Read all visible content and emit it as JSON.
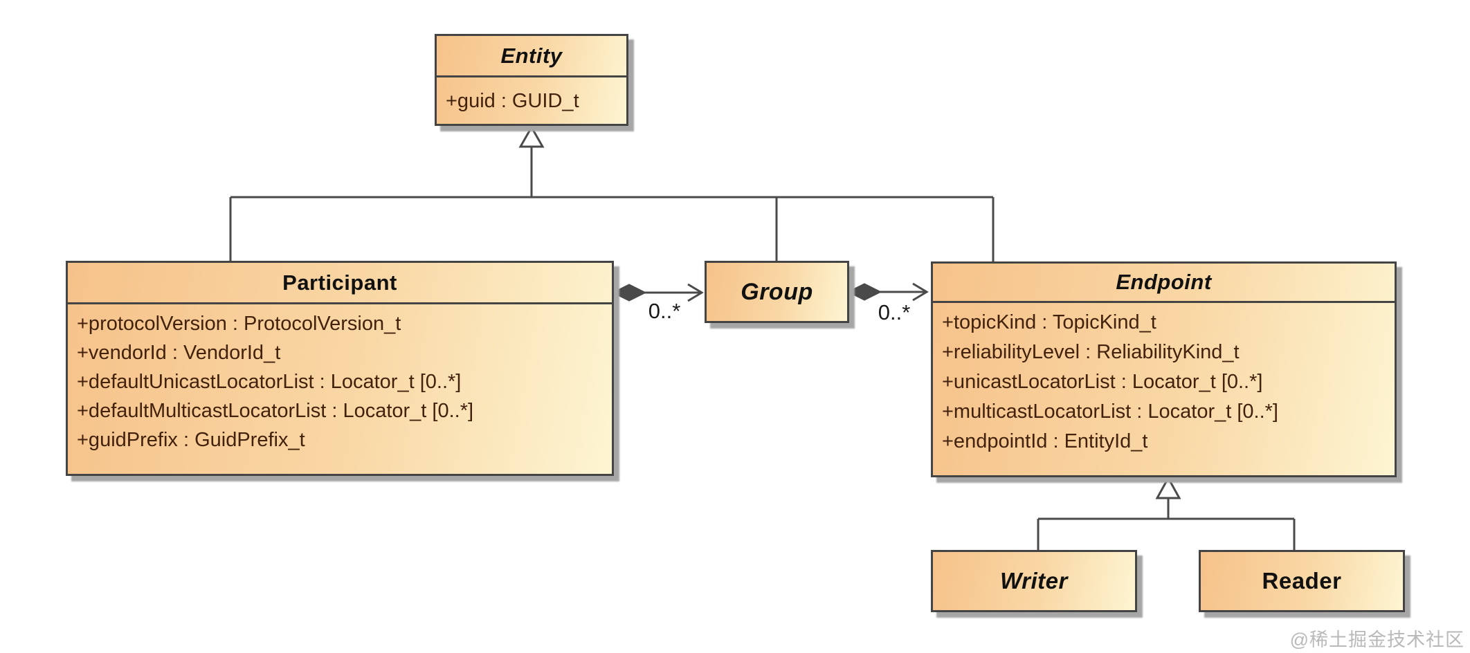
{
  "watermark": "@稀土掘金技术社区",
  "colors": {
    "background": "#ffffff",
    "box_gradient_start": "#f6c28a",
    "box_gradient_end": "#fdf5d2",
    "box_border": "#444444",
    "connector_line": "#4a4a4a",
    "title_text": "#111111",
    "attribute_text": "#42210d",
    "shadow": "#a6a6a6",
    "watermark_text": "#b9b9b9"
  },
  "classes": {
    "entity": {
      "name": "Entity",
      "abstract": true,
      "attributes": [
        "+guid : GUID_t"
      ]
    },
    "participant": {
      "name": "Participant",
      "abstract": false,
      "attributes": [
        "+protocolVersion : ProtocolVersion_t",
        "+vendorId : VendorId_t",
        "+defaultUnicastLocatorList : Locator_t [0..*]",
        "+defaultMulticastLocatorList : Locator_t [0..*]",
        "+guidPrefix : GuidPrefix_t"
      ]
    },
    "group": {
      "name": "Group",
      "abstract": true,
      "attributes": []
    },
    "endpoint": {
      "name": "Endpoint",
      "abstract": true,
      "attributes": [
        "+topicKind : TopicKind_t",
        "+reliabilityLevel : ReliabilityKind_t",
        "+unicastLocatorList : Locator_t [0..*]",
        "+multicastLocatorList : Locator_t [0..*]",
        "+endpointId : EntityId_t"
      ]
    },
    "writer": {
      "name": "Writer",
      "abstract": true,
      "attributes": []
    },
    "reader": {
      "name": "Reader",
      "abstract": false,
      "attributes": []
    }
  },
  "associations": [
    {
      "type": "composition",
      "from": "Participant",
      "to": "Group",
      "multiplicity": "0..*"
    },
    {
      "type": "composition",
      "from": "Group",
      "to": "Endpoint",
      "multiplicity": "0..*"
    }
  ],
  "generalizations": [
    {
      "from": "Participant",
      "to": "Entity"
    },
    {
      "from": "Group",
      "to": "Entity"
    },
    {
      "from": "Endpoint",
      "to": "Entity"
    },
    {
      "from": "Writer",
      "to": "Endpoint"
    },
    {
      "from": "Reader",
      "to": "Endpoint"
    }
  ]
}
